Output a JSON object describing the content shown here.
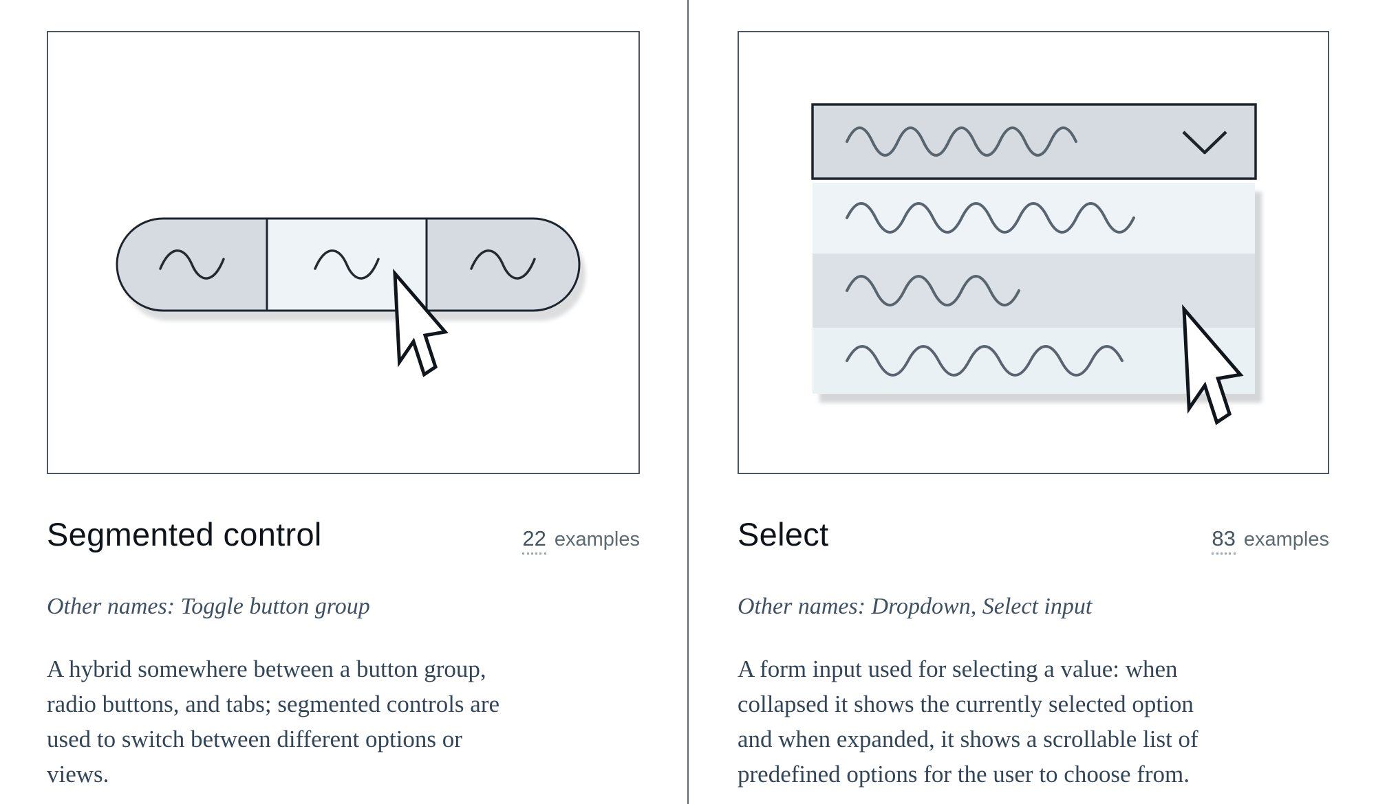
{
  "page": {
    "background": "#ffffff"
  },
  "cards": [
    {
      "title": "Segmented control",
      "examples_count": "22",
      "examples_label": "examples",
      "other_names": "Other names: Toggle button group",
      "description_lines": [
        "A hybrid somewhere between a button group,",
        "radio buttons, and tabs; segmented controls are",
        "used to switch between different options or",
        "views."
      ],
      "illustration": "segmented-control-illustration"
    },
    {
      "title": "Select",
      "examples_count": "83",
      "examples_label": "examples",
      "other_names": "Other names: Dropdown, Select input",
      "description_lines": [
        "A form input used for selecting a value: when",
        "collapsed it shows the currently selected option",
        "and when expanded, it shows a scrollable list of",
        "predefined options for the user to choose from."
      ],
      "illustration": "select-illustration"
    }
  ],
  "colors": {
    "divider_color": "#5a6771",
    "card_border": "#4a5763",
    "title": "#0d1318",
    "count": "#44535e",
    "examples": "#5c6a74",
    "other_names": "#3e5164",
    "description": "#32465a",
    "illustration_gray": "#d5dbe0",
    "illustration_light": "#edf3f6",
    "illustration_hover": "#dbe1e6",
    "illustration_stroke": "#1d242c",
    "wave_gray": "#59646e",
    "shadow": "#d6d8da"
  }
}
